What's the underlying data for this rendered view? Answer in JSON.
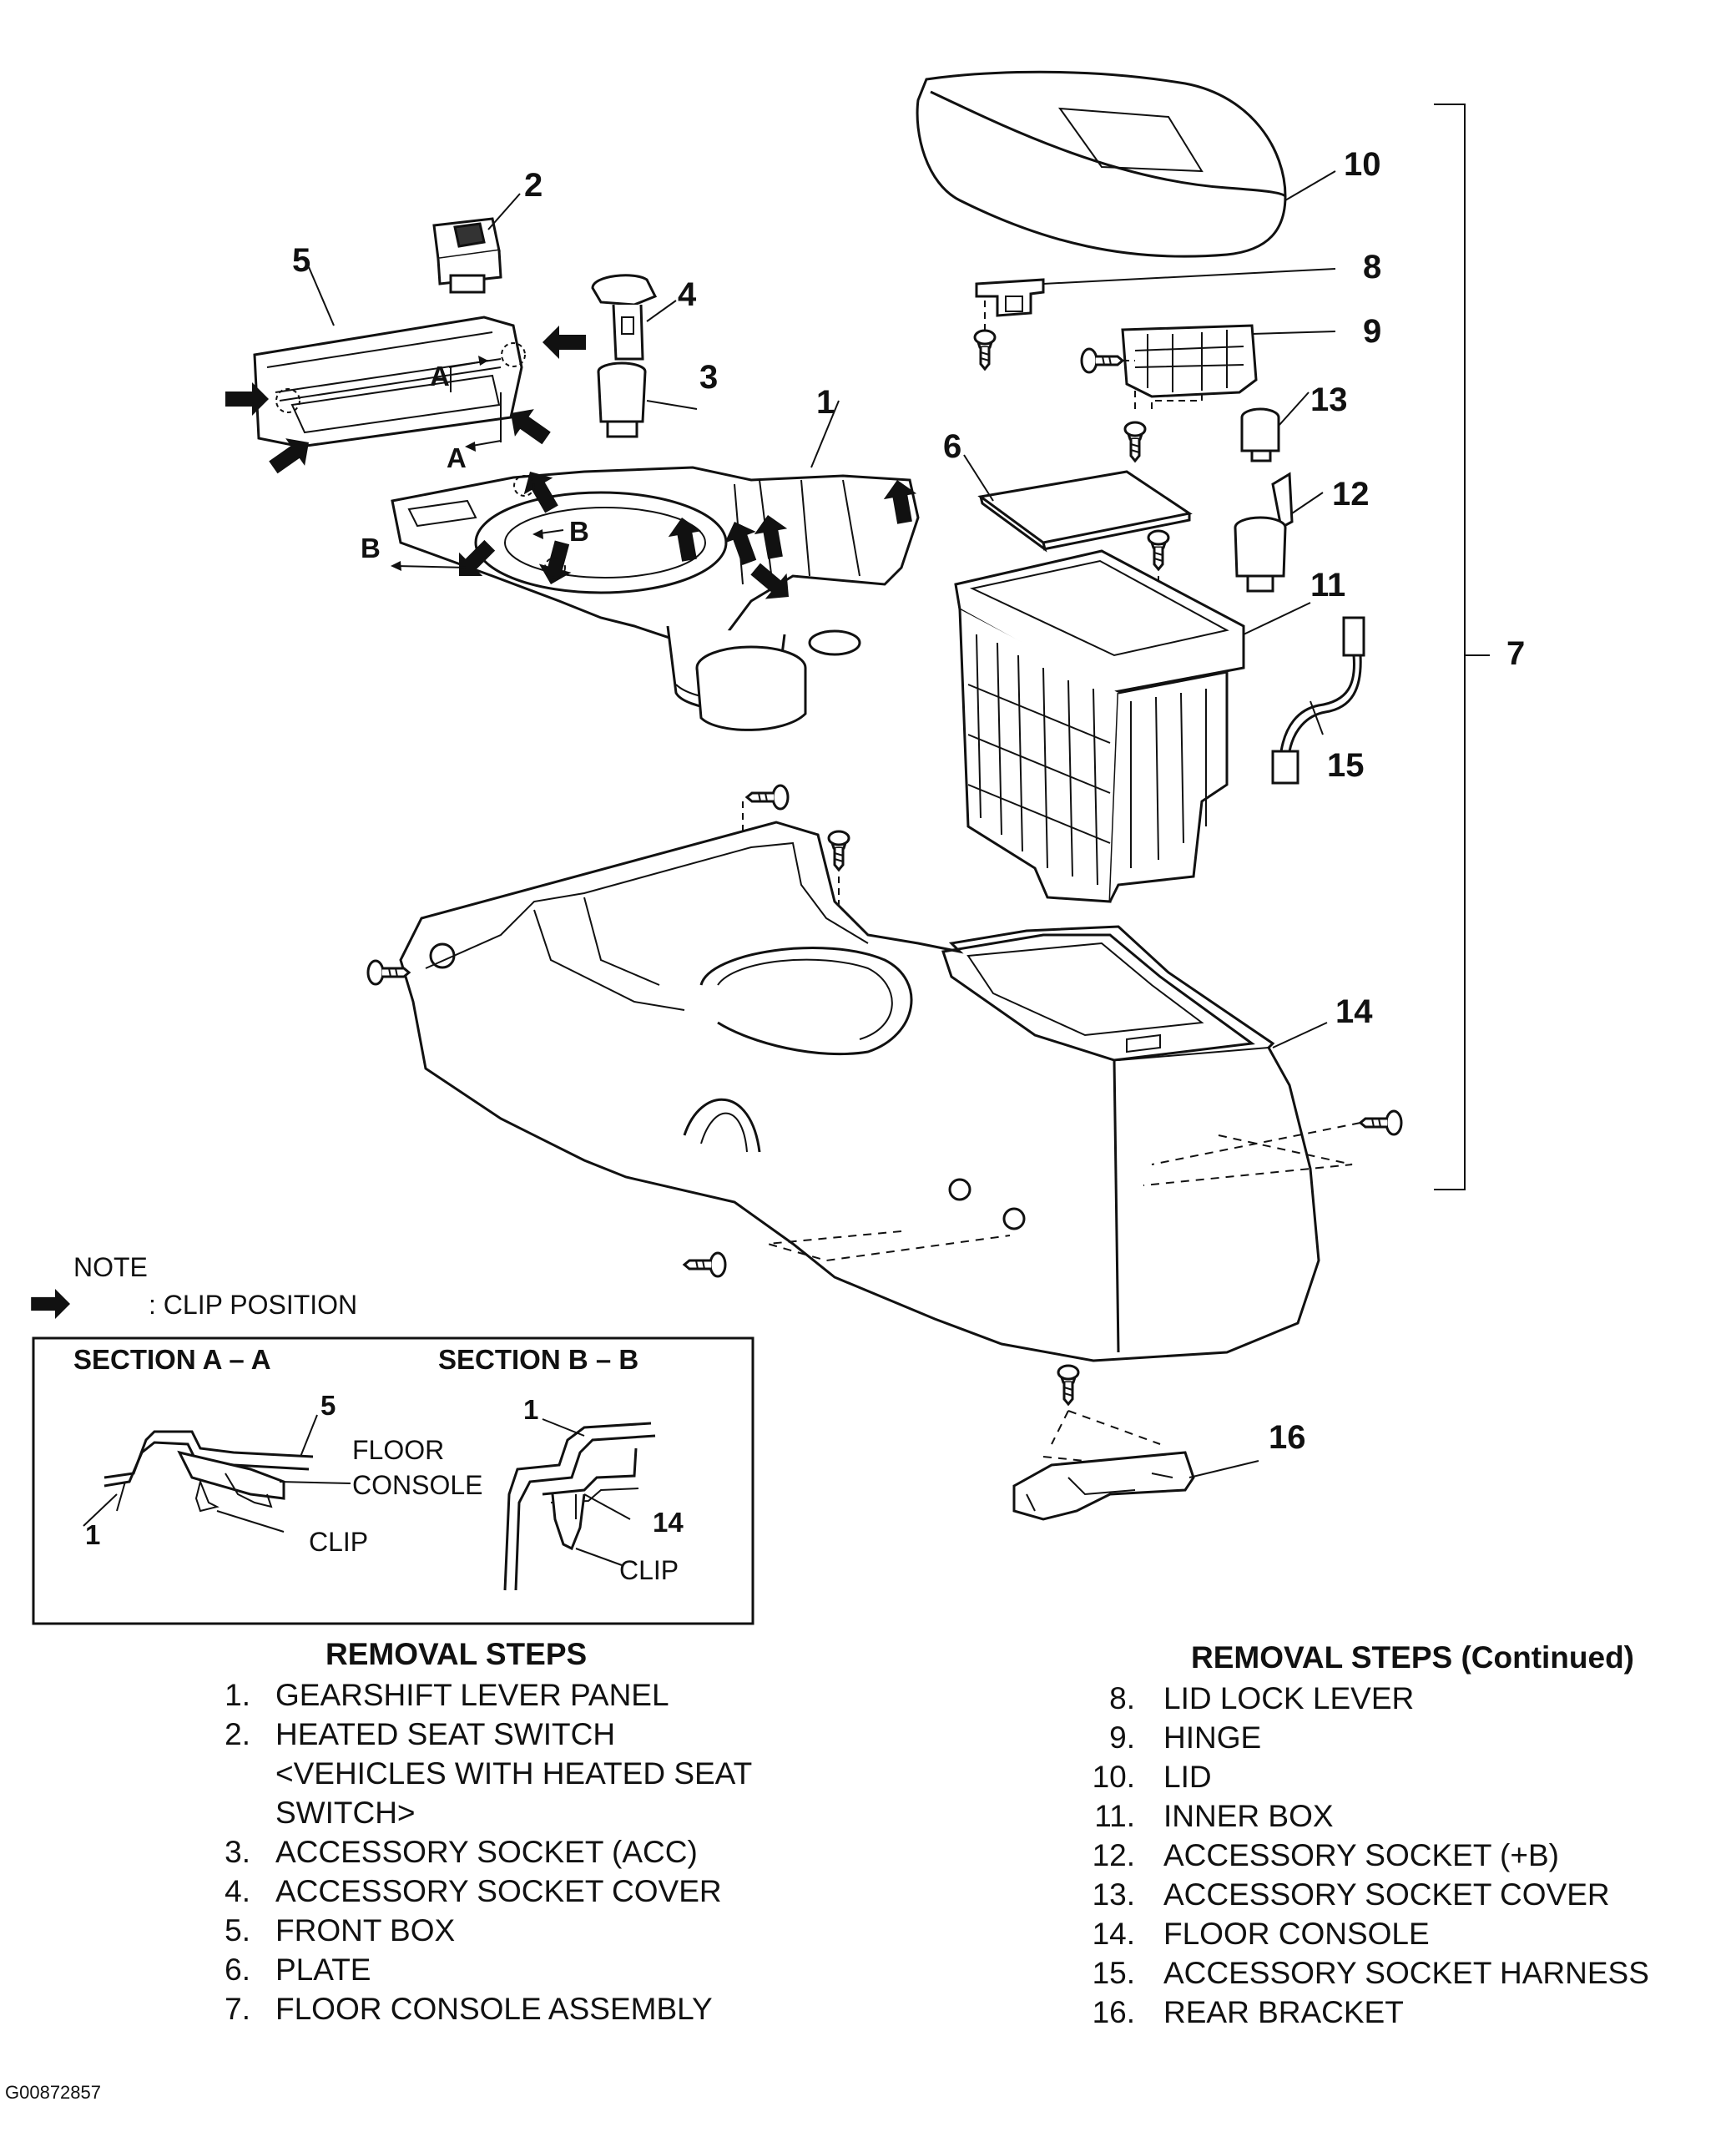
{
  "callouts": {
    "c1": "1",
    "c2": "2",
    "c3": "3",
    "c4": "4",
    "c5": "5",
    "c6": "6",
    "c7": "7",
    "c8": "8",
    "c9": "9",
    "c10": "10",
    "c11": "11",
    "c12": "12",
    "c13": "13",
    "c14": "14",
    "c15": "15",
    "c16": "16"
  },
  "section_markers": {
    "a": "A",
    "b": "B"
  },
  "note": {
    "title": "NOTE",
    "clip_position": ": CLIP POSITION"
  },
  "sections": {
    "aa": {
      "title": "SECTION A – A",
      "part5": "5",
      "part1": "1",
      "floor": "FLOOR",
      "console": "CONSOLE",
      "clip": "CLIP"
    },
    "bb": {
      "title": "SECTION B – B",
      "part1": "1",
      "part14": "14",
      "clip": "CLIP"
    }
  },
  "removal_steps": {
    "title": "REMOVAL STEPS",
    "items": [
      {
        "num": "1.",
        "text": "GEARSHIFT LEVER PANEL"
      },
      {
        "num": "2.",
        "text": "HEATED SEAT SWITCH"
      },
      {
        "num": "",
        "text": "<VEHICLES WITH HEATED SEAT"
      },
      {
        "num": "",
        "text": "SWITCH>"
      },
      {
        "num": "3.",
        "text": "ACCESSORY SOCKET (ACC)"
      },
      {
        "num": "4.",
        "text": "ACCESSORY SOCKET COVER"
      },
      {
        "num": "5.",
        "text": "FRONT BOX"
      },
      {
        "num": "6.",
        "text": "PLATE"
      },
      {
        "num": "7.",
        "text": "FLOOR CONSOLE ASSEMBLY"
      }
    ]
  },
  "removal_steps_continued": {
    "title": "REMOVAL STEPS (Continued)",
    "items": [
      {
        "num": "8.",
        "text": "LID LOCK LEVER"
      },
      {
        "num": "9.",
        "text": "HINGE"
      },
      {
        "num": "10.",
        "text": "LID"
      },
      {
        "num": "11.",
        "text": "INNER BOX"
      },
      {
        "num": "12.",
        "text": "ACCESSORY SOCKET (+B)"
      },
      {
        "num": "13.",
        "text": "ACCESSORY SOCKET COVER"
      },
      {
        "num": "14.",
        "text": "FLOOR CONSOLE"
      },
      {
        "num": "15.",
        "text": "ACCESSORY SOCKET HARNESS"
      },
      {
        "num": "16.",
        "text": "REAR BRACKET"
      }
    ]
  },
  "reference_code": "G00872857"
}
